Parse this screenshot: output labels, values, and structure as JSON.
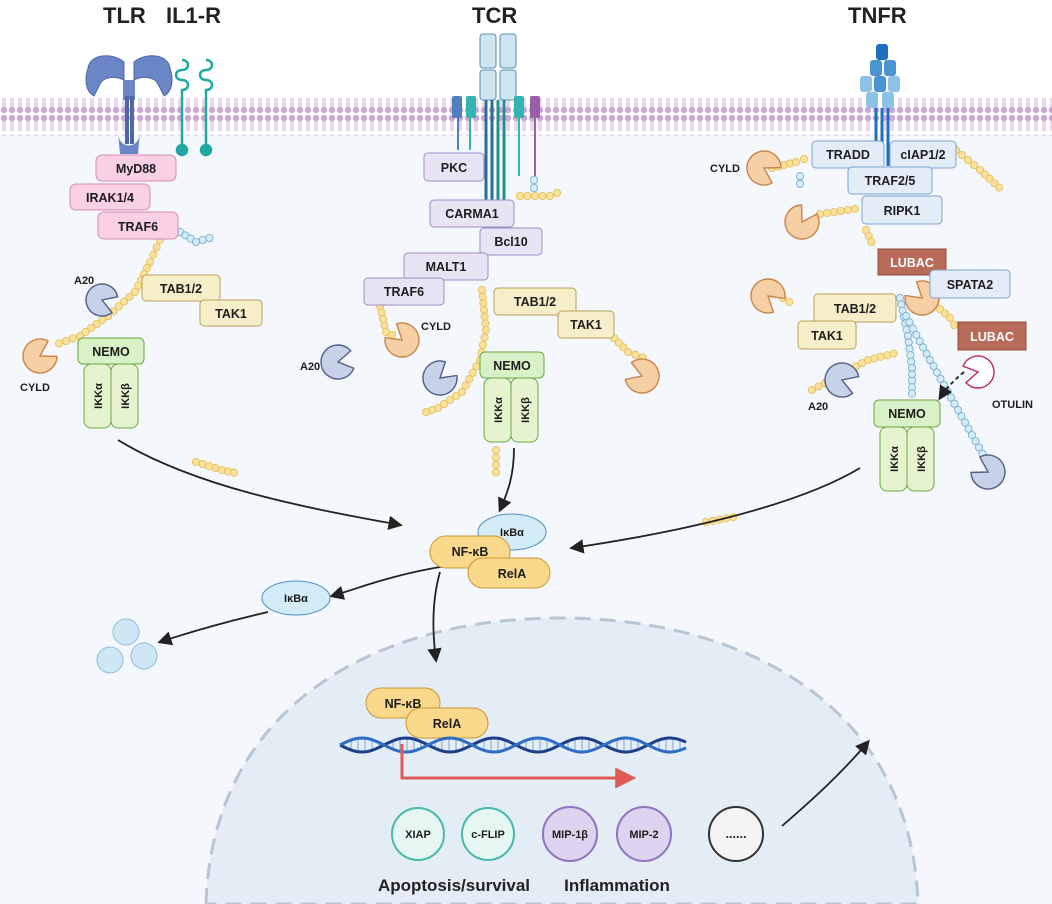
{
  "receptors": {
    "tlr": "TLR",
    "il1r": "IL1-R",
    "tcr": "TCR",
    "tnfr": "TNFR"
  },
  "tlr_path": {
    "myd88": "MyD88",
    "irak": "IRAK1/4",
    "traf6": "TRAF6",
    "tab": "TAB1/2",
    "tak": "TAK1",
    "a20": "A20",
    "cyld": "CYLD",
    "nemo": "NEMO",
    "ikka": "IKKα",
    "ikkb": "IKKβ"
  },
  "tcr_path": {
    "pkc": "PKC",
    "carma": "CARMA1",
    "bcl10": "Bcl10",
    "malt": "MALT1",
    "traf6": "TRAF6",
    "tab": "TAB1/2",
    "tak": "TAK1",
    "cyld": "CYLD",
    "a20": "A20",
    "nemo": "NEMO",
    "ikka": "IKKα",
    "ikkb": "IKKβ"
  },
  "tnfr_path": {
    "cyld": "CYLD",
    "tradd": "TRADD",
    "ciap": "cIAP1/2",
    "traf25": "TRAF2/5",
    "ripk": "RIPK1",
    "lubac1": "LUBAC",
    "spata": "SPATA2",
    "tab": "TAB1/2",
    "tak": "TAK1",
    "lubac2": "LUBAC",
    "otulin": "OTULIN",
    "a20": "A20",
    "nemo": "NEMO",
    "ikka": "IKKα",
    "ikkb": "IKKβ"
  },
  "center": {
    "nfkb": "NF-κB",
    "ikba": "IκBα",
    "rela": "RelA",
    "ikba_free": "IκBα"
  },
  "nucleus": {
    "nfkb": "NF-κB",
    "rela": "RelA",
    "genes": [
      "XIAP",
      "c-FLIP",
      "MIP-1β",
      "MIP-2",
      "......"
    ],
    "captions": [
      "Apoptosis/survival",
      "Inflammation"
    ]
  }
}
